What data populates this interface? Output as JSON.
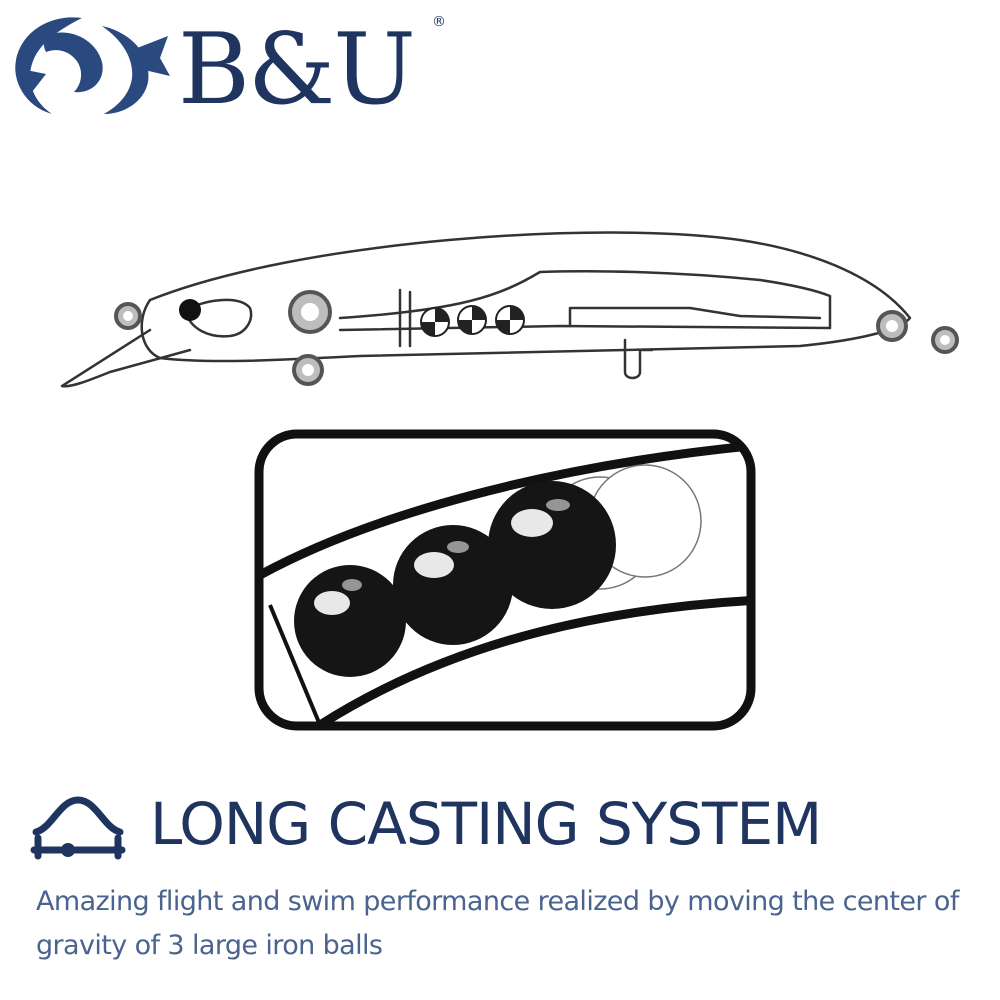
{
  "brand": {
    "name": "B&U",
    "registered_mark": "®",
    "logo_icon": "koi-fish-icon",
    "color": "#1f3560"
  },
  "illustrations": {
    "lure_cutaway": "fishing-lure-diagram",
    "ball_closeup": "iron-balls-closeup",
    "ball_count": 3
  },
  "feature": {
    "icon": "gravity-rail-icon",
    "title": "LONG CASTING SYSTEM",
    "title_color": "#1f3560",
    "description": "Amazing flight and swim performance realized by moving the center of gravity of 3 large iron balls",
    "description_color": "#4a648f"
  }
}
